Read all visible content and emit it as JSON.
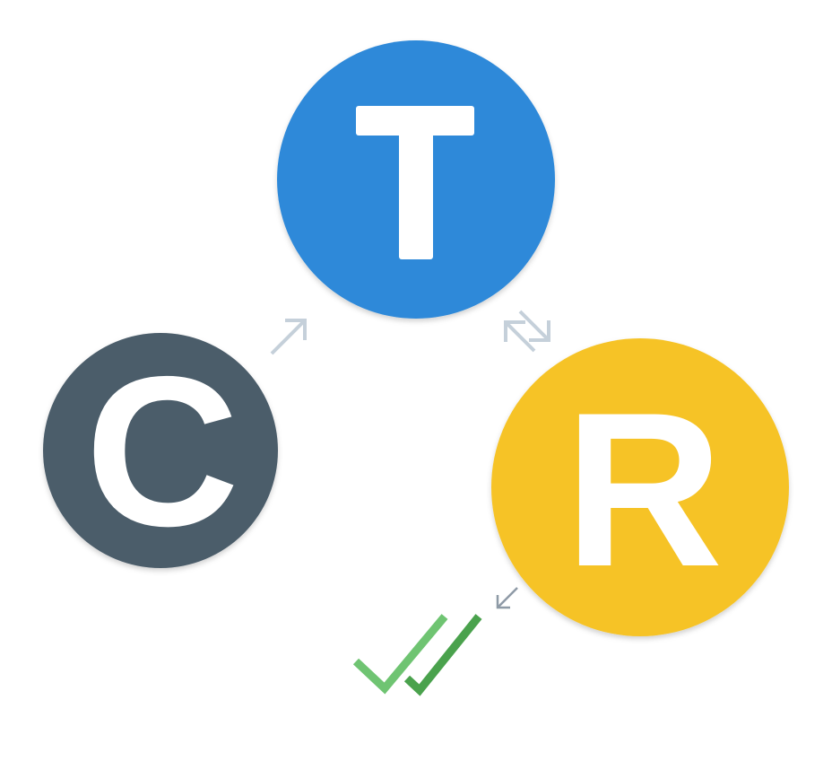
{
  "nodes": {
    "t": {
      "label": "T",
      "color": "#2e89d9"
    },
    "c": {
      "label": "C",
      "color": "#4b5d6b"
    },
    "r": {
      "label": "R",
      "color": "#f6c328"
    }
  },
  "colors": {
    "arrow_light": "#c5d0da",
    "arrow_dark": "#8e9aa6",
    "check_light": "#6fc472",
    "check_dark": "#4aa24d"
  }
}
